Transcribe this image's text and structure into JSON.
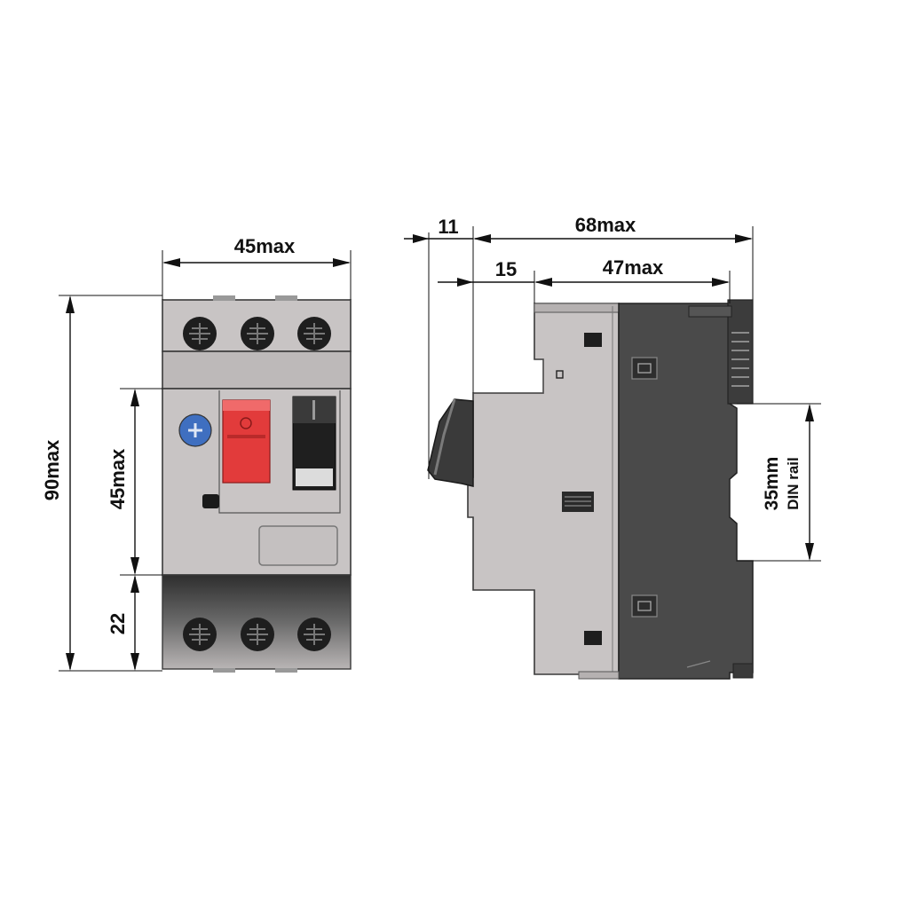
{
  "colors": {
    "body_light": "#c8c4c4",
    "body_mid": "#bdb9b9",
    "body_dark": "#4a4a4a",
    "body_darker": "#3c3c3c",
    "terminal": "#1e1e1e",
    "button_red": "#e23b3b",
    "screw_blue": "#3f6fc0",
    "line": "#111111"
  },
  "front_view": {
    "width_label": "45max",
    "height_label": "90max",
    "upper_height_label": "45max",
    "lower_height_label": "22"
  },
  "side_view": {
    "knob_label": "11",
    "total_depth_label": "68max",
    "front_depth_label": "15",
    "body_depth_label": "47max",
    "rail_label_line1": "35mm",
    "rail_label_line2": "DIN rail"
  }
}
